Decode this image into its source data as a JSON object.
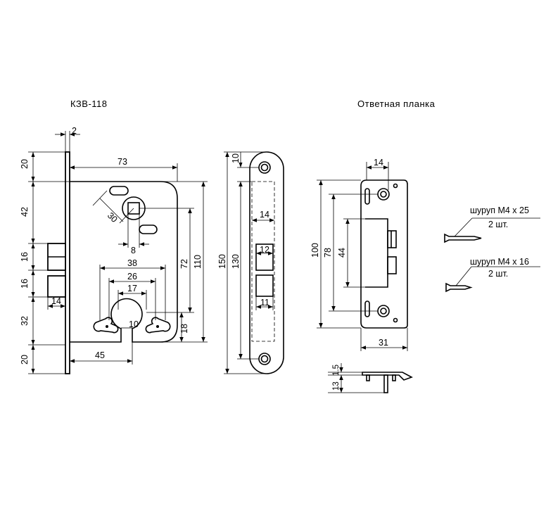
{
  "titles": {
    "lock": "КЗВ-118",
    "strike": "Ответная планка"
  },
  "lock_dims": {
    "d2": "2",
    "d73": "73",
    "d20_top": "20",
    "d42": "42",
    "d16_a": "16",
    "d16_b": "16",
    "d32": "32",
    "d20_bot": "20",
    "d14": "14",
    "d30": "30",
    "d8": "8",
    "d38": "38",
    "d26": "26",
    "d17": "17",
    "d10": "10",
    "d45": "45",
    "d72": "72",
    "d110": "110",
    "d18": "18"
  },
  "faceplate_dims": {
    "d10": "10",
    "d150": "150",
    "d130": "130",
    "d14": "14",
    "d12": "12",
    "d11": "11"
  },
  "strike_dims": {
    "d14": "14",
    "d100": "100",
    "d78": "78",
    "d44": "44",
    "d31": "31",
    "d15": "1.5",
    "d13": "13"
  },
  "screws": [
    {
      "label": "шуруп М4 х 25",
      "qty": "2 шт."
    },
    {
      "label": "шуруп М4 х 16",
      "qty": "2 шт."
    }
  ]
}
